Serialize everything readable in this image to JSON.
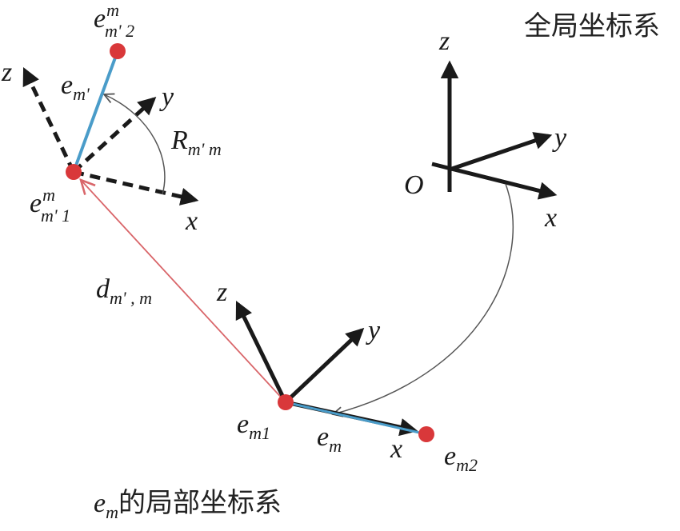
{
  "title": "全局坐标系",
  "global_frame": {
    "origin_label": "O",
    "x_label": "x",
    "y_label": "y",
    "z_label": "z"
  },
  "local_frame": {
    "caption_var": "e",
    "caption_sub": "m",
    "caption_text": "的局部坐标系",
    "x_label": "x",
    "y_label": "y",
    "z_label": "z"
  },
  "transformed_frame": {
    "x_label": "x",
    "y_label": "y",
    "z_label": "z"
  },
  "labels": {
    "em1": {
      "main": "e",
      "sub": "m1"
    },
    "em2": {
      "main": "e",
      "sub": "m2"
    },
    "em": {
      "main": "e",
      "sub": "m"
    },
    "emp": {
      "main": "e",
      "sub": "m'"
    },
    "emp1": {
      "main": "e",
      "sup": "m",
      "sub": "m' 1"
    },
    "emp2": {
      "main": "e",
      "sup": "m",
      "sub": "m' 2"
    },
    "rotation": {
      "main": "R",
      "sub": "m' m"
    },
    "displacement": {
      "main": "d",
      "sub": "m' , m"
    }
  },
  "colors": {
    "point": "#d9383a",
    "segment": "#4a9cc9",
    "displacement": "#d9666a",
    "axis": "#1a1a1a"
  }
}
